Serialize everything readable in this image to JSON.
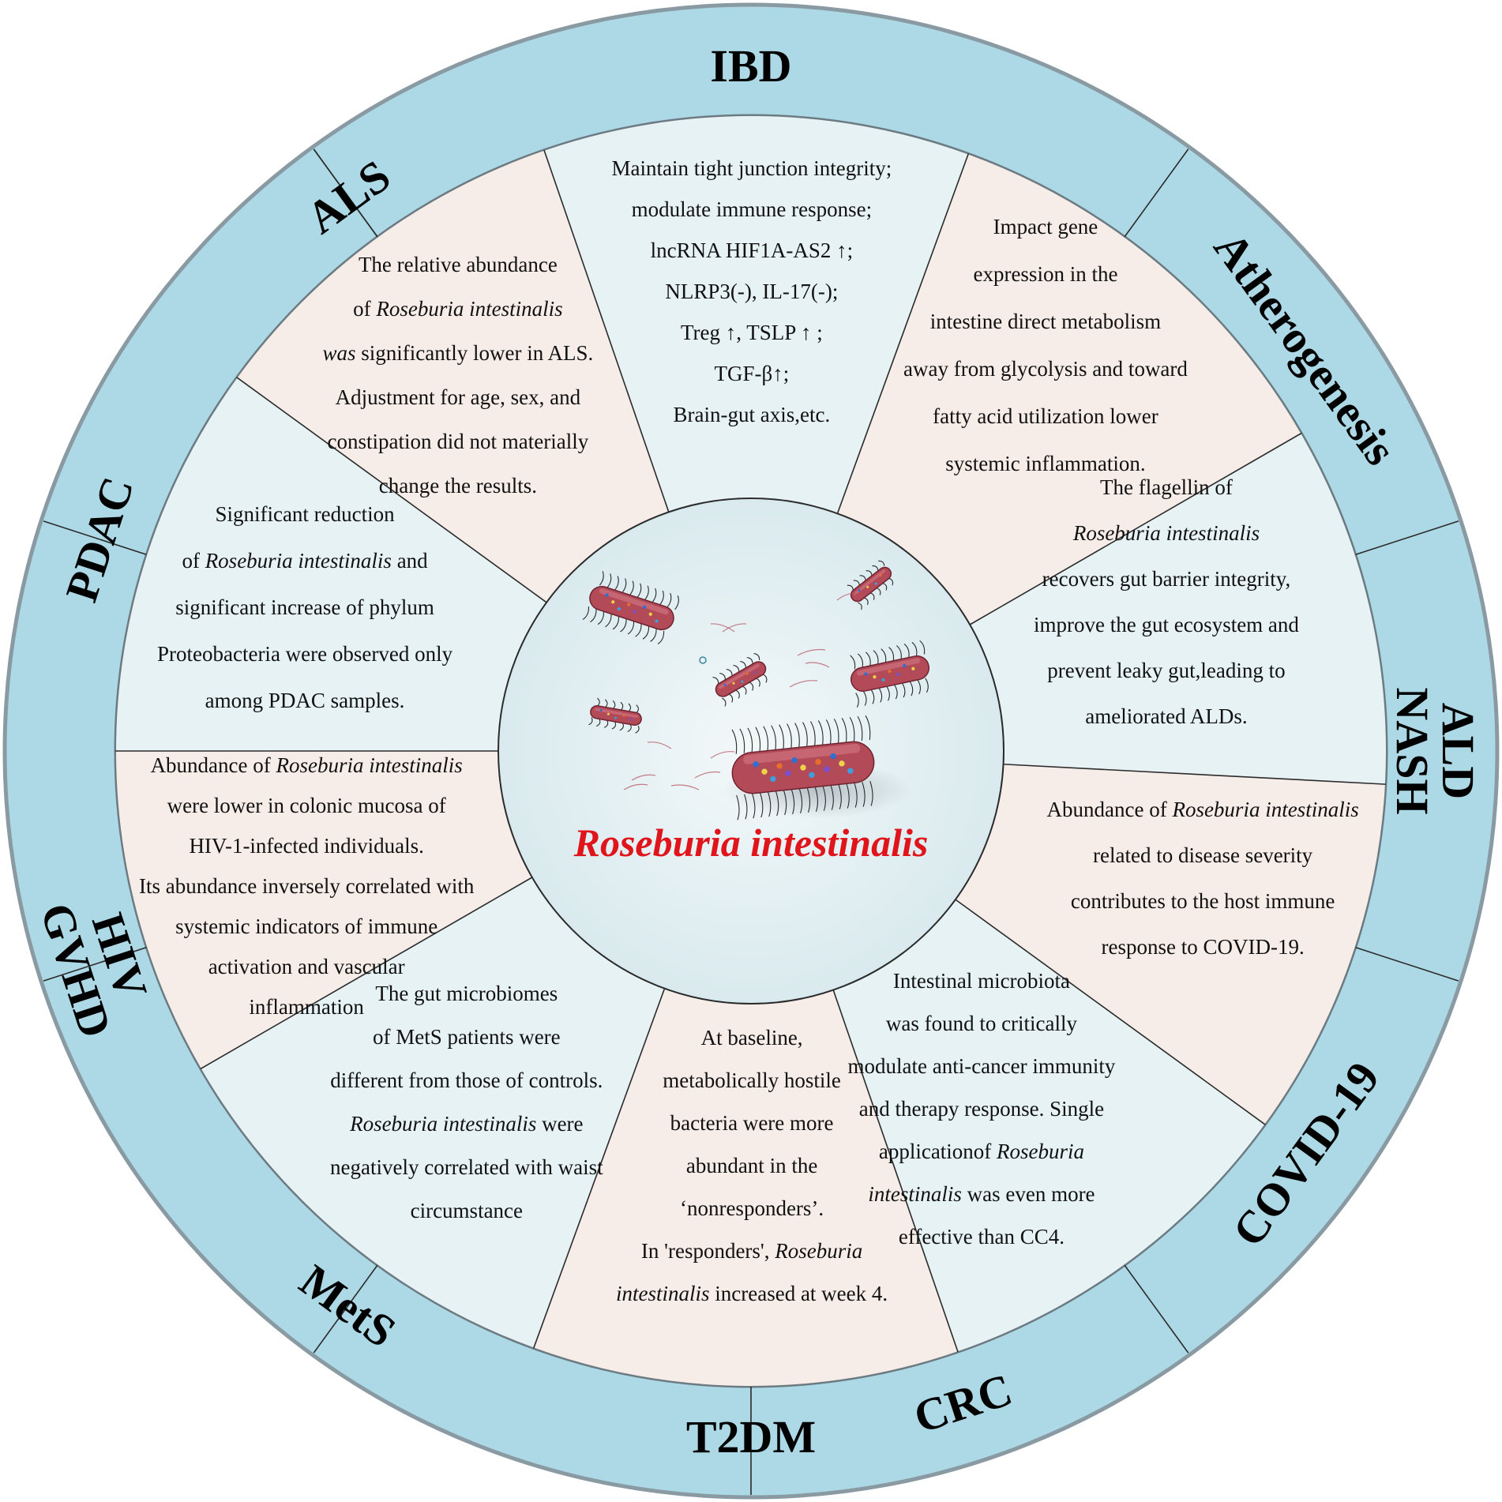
{
  "colors": {
    "outer_ring": "#add9e6",
    "ring_border": "#8a9aa3",
    "pink_sector": "#f6ece8",
    "blue_sector": "#e7f2f4",
    "center_fill": "#e2eff1",
    "title_red": "#e0141b",
    "bacteria": "#b24a58"
  },
  "center": {
    "title": "Roseburia intestinalis"
  },
  "sectors": [
    {
      "label": "IBD",
      "lines": [
        [
          {
            "t": "Maintain tight junction integrity;"
          }
        ],
        [
          {
            "t": "modulate immune response;"
          }
        ],
        [
          {
            "t": "lncRNA HIF1A-AS2 ↑;"
          }
        ],
        [
          {
            "t": "NLRP3(-), IL-17(-);"
          }
        ],
        [
          {
            "t": "Treg ↑, TSLP ↑ ;"
          }
        ],
        [
          {
            "t": "TGF-β↑;"
          }
        ],
        [
          {
            "t": "Brain-gut axis,etc."
          }
        ]
      ]
    },
    {
      "label": "Atherogenesis",
      "lines": [
        [
          {
            "t": "Impact gene"
          }
        ],
        [
          {
            "t": "expression in the"
          }
        ],
        [
          {
            "t": "intestine direct metabolism"
          }
        ],
        [
          {
            "t": "away from glycolysis and toward"
          }
        ],
        [
          {
            "t": "fatty acid utilization lower"
          }
        ],
        [
          {
            "t": "systemic inflammation."
          }
        ]
      ]
    },
    {
      "label": "ALD",
      "label2": "NASH",
      "lines": [
        [
          {
            "t": "The flagellin of"
          }
        ],
        [
          {
            "t": "Roseburia intestinalis",
            "i": true
          }
        ],
        [
          {
            "t": "recovers gut barrier integrity,"
          }
        ],
        [
          {
            "t": "improve  the gut ecosystem and"
          }
        ],
        [
          {
            "t": "prevent leaky gut,leading to"
          }
        ],
        [
          {
            "t": "ameliorated ALDs."
          }
        ]
      ]
    },
    {
      "label": "COVID-19",
      "lines": [
        [
          {
            "t": "Abundance of "
          },
          {
            "t": "Roseburia intestinalis",
            "i": true
          }
        ],
        [
          {
            "t": "related to disease  severity"
          }
        ],
        [
          {
            "t": "contributes to the host  immune"
          }
        ],
        [
          {
            "t": "response  to COVID-19."
          }
        ]
      ]
    },
    {
      "label": "CRC",
      "lines": [
        [
          {
            "t": "Intestinal microbiota"
          }
        ],
        [
          {
            "t": "was found to critically"
          }
        ],
        [
          {
            "t": "modulate anti-cancer immunity"
          }
        ],
        [
          {
            "t": "and therapy response. Single"
          }
        ],
        [
          {
            "t": "applicationof "
          },
          {
            "t": "Roseburia",
            "i": true
          }
        ],
        [
          {
            "t": "intestinalis",
            "i": true
          },
          {
            "t": " was even more"
          }
        ],
        [
          {
            "t": "effective than CC4."
          }
        ]
      ]
    },
    {
      "label": "T2DM",
      "lines": [
        [
          {
            "t": "At baseline,"
          }
        ],
        [
          {
            "t": "metabolically hostile"
          }
        ],
        [
          {
            "t": "bacteria were more"
          }
        ],
        [
          {
            "t": "abundant in the"
          }
        ],
        [
          {
            "t": "‘nonresponders’."
          }
        ],
        [
          {
            "t": "In  'responders', "
          },
          {
            "t": "Roseburia",
            "i": true
          }
        ],
        [
          {
            "t": "intestinalis",
            "i": true
          },
          {
            "t": " increased at week 4."
          }
        ]
      ]
    },
    {
      "label": "MetS",
      "lines": [
        [
          {
            "t": "The gut microbiomes"
          }
        ],
        [
          {
            "t": "of MetS patients were"
          }
        ],
        [
          {
            "t": "different from those of controls."
          }
        ],
        [
          {
            "t": "Roseburia intestinalis",
            "i": true
          },
          {
            "t": " were"
          }
        ],
        [
          {
            "t": "negatively correlated with waist"
          }
        ],
        [
          {
            "t": "circumstance"
          }
        ]
      ]
    },
    {
      "label": "HIV",
      "label2": "GVHD",
      "lines": [
        [
          {
            "t": "Abundance of "
          },
          {
            "t": "Roseburia intestinalis",
            "i": true
          }
        ],
        [
          {
            "t": "were lower in colonic mucosa of"
          }
        ],
        [
          {
            "t": "HIV-1-infected individuals."
          }
        ],
        [
          {
            "t": "Its abundance inversely correlated with"
          }
        ],
        [
          {
            "t": "systemic indicators of immune"
          }
        ],
        [
          {
            "t": "activation and vascular"
          }
        ],
        [
          {
            "t": "inflammation"
          }
        ]
      ]
    },
    {
      "label": "PDAC",
      "lines": [
        [
          {
            "t": "Significant reduction"
          }
        ],
        [
          {
            "t": "of "
          },
          {
            "t": "Roseburia intestinalis",
            "i": true
          },
          {
            "t": " and"
          }
        ],
        [
          {
            "t": "significant increase of phylum"
          }
        ],
        [
          {
            "t": "Proteobacteria were observed only"
          }
        ],
        [
          {
            "t": "among PDAC samples."
          }
        ]
      ]
    },
    {
      "label": "ALS",
      "lines": [
        [
          {
            "t": "The relative abundance"
          }
        ],
        [
          {
            "t": "of "
          },
          {
            "t": "Roseburia intestinalis",
            "i": true
          }
        ],
        [
          {
            "t": "was",
            "i": true
          },
          {
            "t": "  significantly lower in ALS."
          }
        ],
        [
          {
            "t": "Adjustment for age,  sex, and"
          }
        ],
        [
          {
            "t": "constipation did not materially"
          }
        ],
        [
          {
            "t": "change the results."
          }
        ]
      ]
    }
  ]
}
